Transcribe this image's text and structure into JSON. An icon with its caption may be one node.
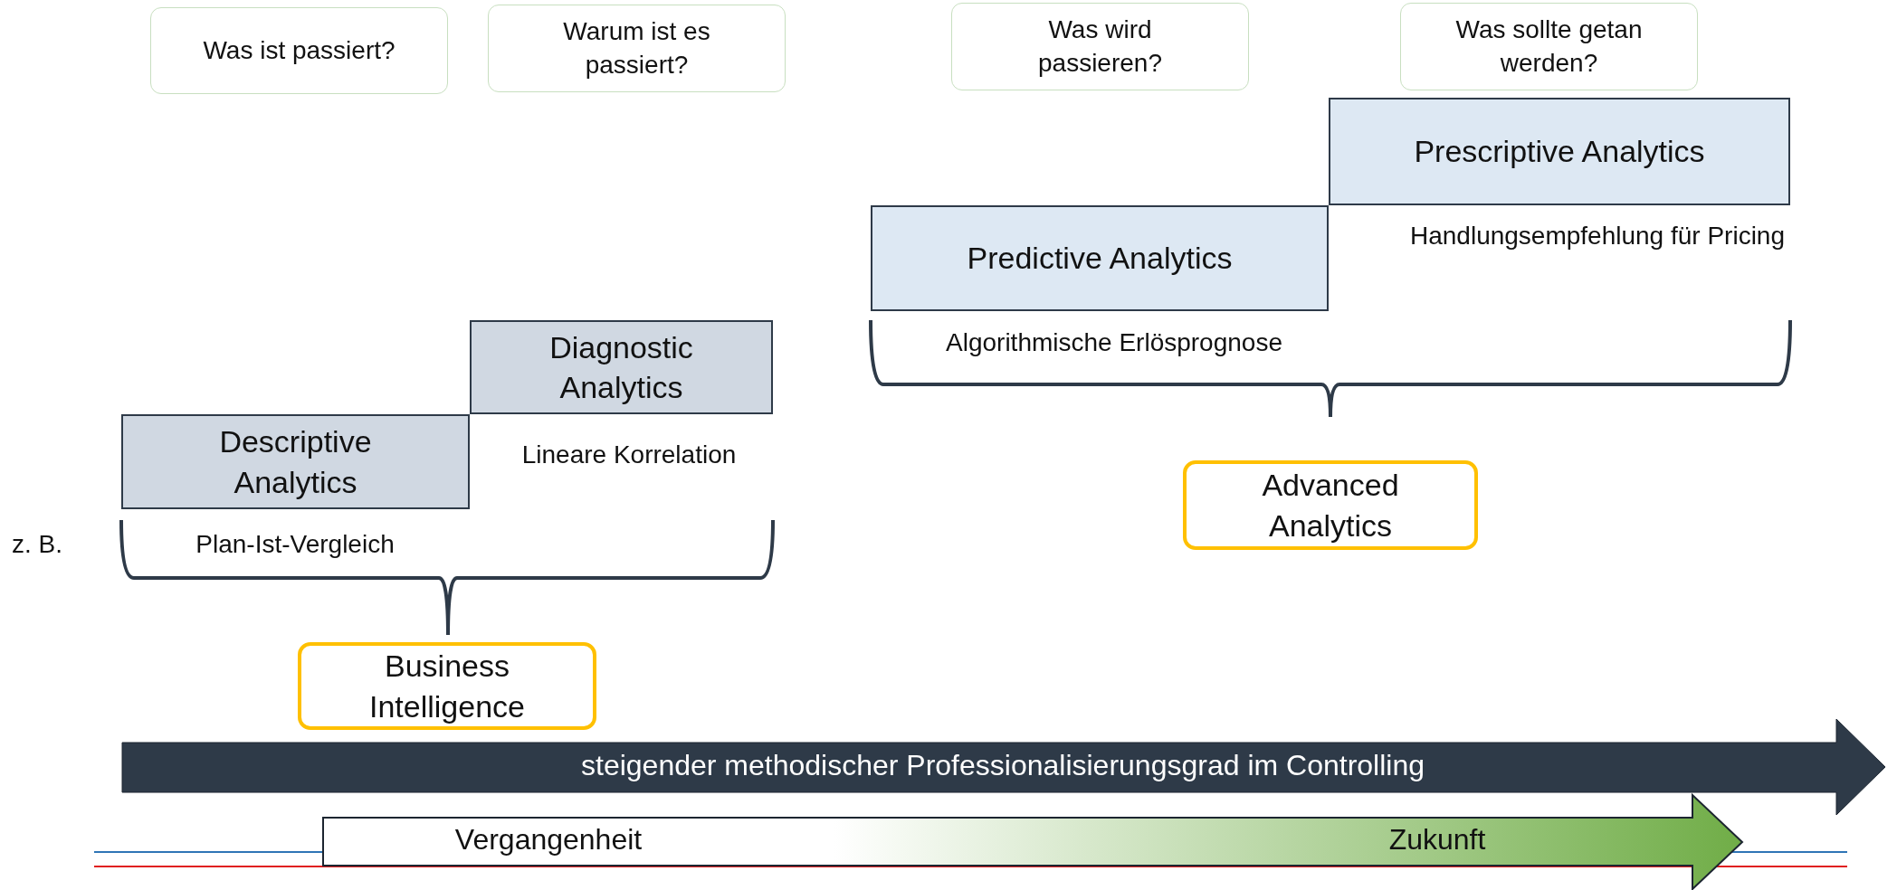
{
  "diagram": {
    "nodes": [
      {
        "text": [
          "Was ist passiert?"
        ]
      },
      {
        "text": [
          "Warum ist es passiert?"
        ]
      },
      {
        "text": [
          "Was wird passieren?"
        ]
      },
      {
        "text": [
          "Was sollte getan werden?"
        ]
      },
      {
        "text": [
          "Prescriptive Analytics"
        ],
        "beside": [
          "Handlungsempfehlung für Pricing"
        ]
      },
      {
        "text": [
          "Predictive Analytics"
        ],
        "beside": [
          "Algorithmische Erlösprognose"
        ]
      },
      {
        "text": [
          "Diagnostic Analytics"
        ]
      },
      {
        "text": [
          "Descriptive Analytics"
        ]
      },
      {
        "text": [
          "Advanced Analytics"
        ]
      },
      {
        "text": [
          "Business Intelligence"
        ]
      }
    ],
    "labels": [
      "Lineare Korrelation",
      "z. B.",
      "Plan-Ist-Vergleich",
      "steigender methodischer Professionalisierungsgrad im Controlling",
      "Vergangenheit",
      "Zukunft"
    ]
  }
}
